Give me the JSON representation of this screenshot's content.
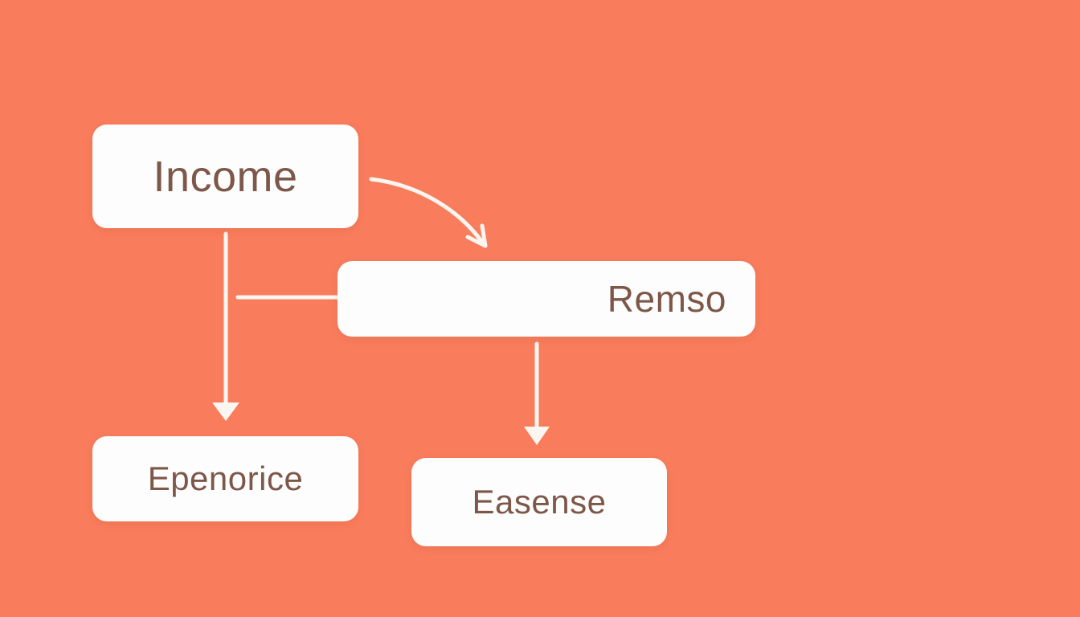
{
  "diagram": {
    "background_color": "#f97d5c",
    "node_background": "#fdfdfd",
    "text_color": "#7d5748",
    "connector_color": "#fcf6f0",
    "nodes": {
      "income": {
        "label": "Income"
      },
      "remso": {
        "label": "Remso"
      },
      "epenorice": {
        "label": "Epenorice"
      },
      "easense": {
        "label": "Easense"
      }
    },
    "connectors": [
      {
        "name": "income-to-remso-curved-arrow",
        "from": "income",
        "to": "remso",
        "style": "curved",
        "arrowhead": "open-chevron"
      },
      {
        "name": "income-to-epenorice-arrow",
        "from": "income",
        "to": "epenorice",
        "style": "straight",
        "arrowhead": "solid-triangle"
      },
      {
        "name": "income-to-remso-horizontal-line",
        "from": "income",
        "to": "remso",
        "style": "straight",
        "arrowhead": "none"
      },
      {
        "name": "remso-to-easense-arrow",
        "from": "remso",
        "to": "easense",
        "style": "straight",
        "arrowhead": "solid-triangle"
      }
    ]
  }
}
